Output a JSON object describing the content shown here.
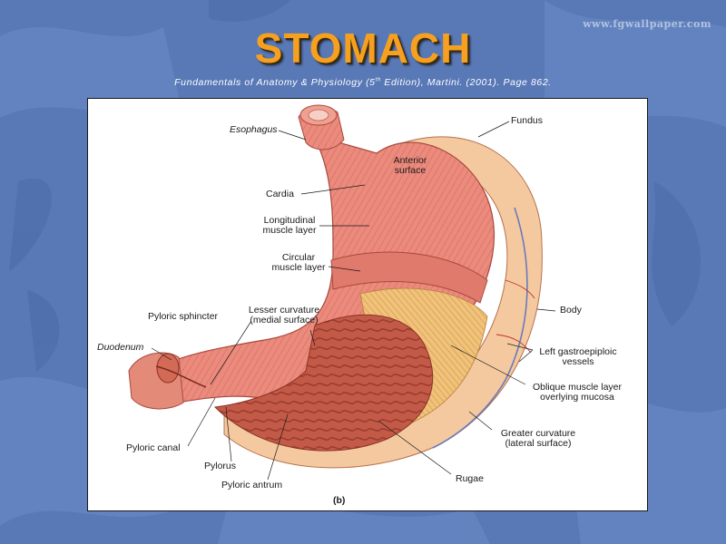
{
  "slide": {
    "title": "STOMACH",
    "watermark": "www.fgwallpaper.com",
    "citation_before": "Fundamentals of Anatomy & Physiology (5",
    "citation_sup": "th",
    "citation_after": " Edition), Martini. (2001). Page 862."
  },
  "figure": {
    "tag": "(b)",
    "labels": {
      "esophagus": "Esophagus",
      "fundus": "Fundus",
      "anterior_surface_1": "Anterior",
      "anterior_surface_2": "surface",
      "cardia": "Cardia",
      "longitudinal_1": "Longitudinal",
      "longitudinal_2": "muscle layer",
      "circular_1": "Circular",
      "circular_2": "muscle layer",
      "body": "Body",
      "pyloric_sphincter": "Pyloric sphincter",
      "lesser_curvature_1": "Lesser curvature",
      "lesser_curvature_2": "(medial surface)",
      "duodenum": "Duodenum",
      "gastroepiploic_1": "Left gastroepiploic",
      "gastroepiploic_2": "vessels",
      "oblique_1": "Oblique muscle layer",
      "oblique_2": "overlying mucosa",
      "greater_curvature_1": "Greater curvature",
      "greater_curvature_2": "(lateral surface)",
      "pyloric_canal": "Pyloric canal",
      "pylorus": "Pylorus",
      "rugae": "Rugae",
      "pyloric_antrum": "Pyloric antrum"
    }
  },
  "colors": {
    "background": "#5a7cb8",
    "title": "#f5a020",
    "muscle": "#e8857a",
    "mucosa": "#c8604a",
    "serosa": "#f4c9a0"
  }
}
